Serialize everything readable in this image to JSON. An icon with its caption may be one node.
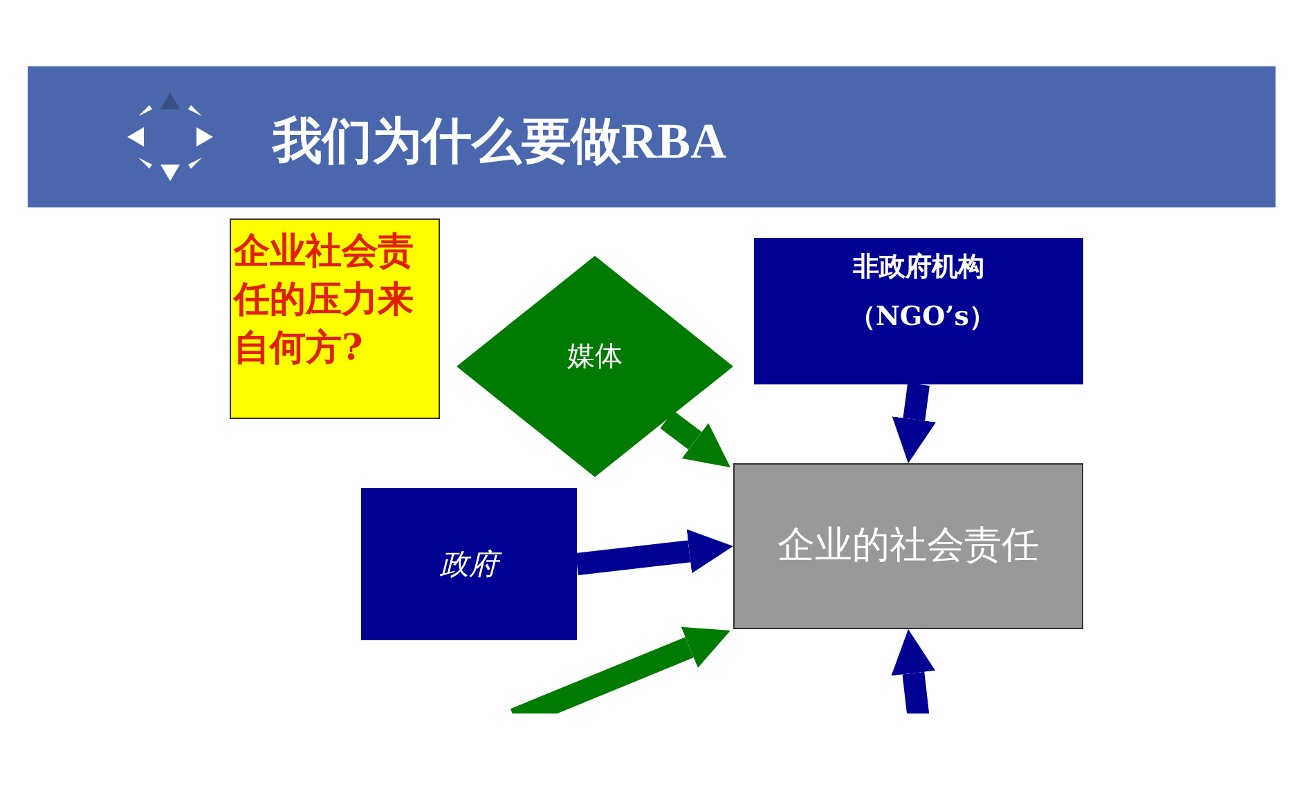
{
  "diagram": {
    "title": "我们为什么要做RBA",
    "nodes": [
      {
        "text": [
          "企业社会责任的压力来自何方?"
        ]
      },
      {
        "text": [
          "媒体"
        ]
      },
      {
        "text": [
          "非政府机构（NGO’s）"
        ]
      },
      {
        "text": [
          "政府"
        ]
      },
      {
        "text": [
          "企业的社会责任"
        ]
      }
    ],
    "edges": [
      {
        "from": 1,
        "to": 4,
        "arrow": "to",
        "color": "#007a00"
      },
      {
        "from": 2,
        "to": 4,
        "arrow": "to"
      },
      {
        "from": 3,
        "to": 4,
        "arrow": "to"
      },
      {
        "from": null,
        "to": 4,
        "arrow": "to",
        "color": "#007a00"
      },
      {
        "from": null,
        "to": 4,
        "arrow": "to"
      }
    ]
  }
}
